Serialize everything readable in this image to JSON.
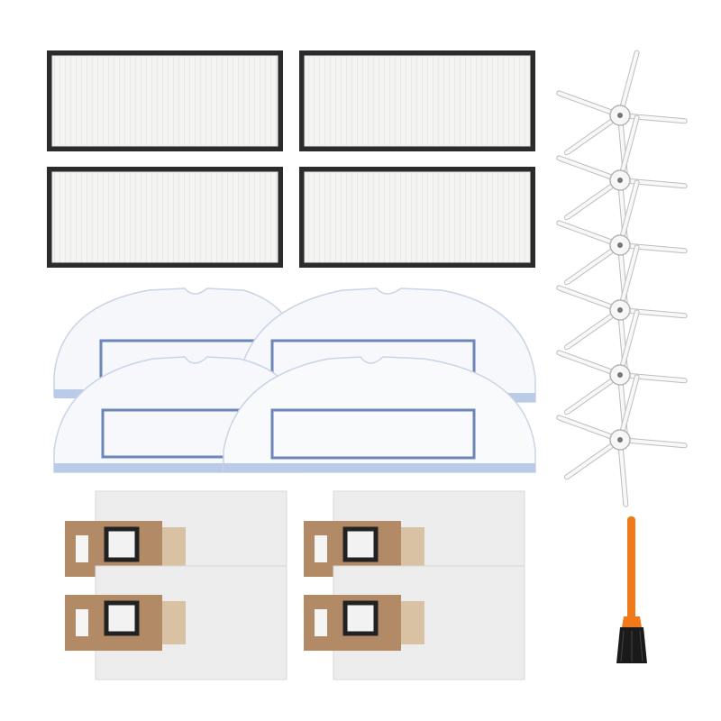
{
  "product": {
    "items": [
      {
        "name": "hepa-filter",
        "count": 4
      },
      {
        "name": "mop-pad",
        "count": 4
      },
      {
        "name": "side-brush",
        "count": 6
      },
      {
        "name": "dust-bag",
        "count": 4
      },
      {
        "name": "cleaning-brush",
        "count": 1
      }
    ]
  },
  "colors": {
    "background": "#ffffff",
    "filter_frame": "#2b2b2b",
    "filter_media": "#f3f3f1",
    "mop_pad": "#f6f8fb",
    "mop_stripe": "#6d86b7",
    "mop_edge": "#a9bcd9",
    "bag_paper": "#eeeeee",
    "bag_cardboard": "#b38a66",
    "bag_cardboard_light": "#d8c2a3",
    "brush_arm": "#f5f5f5",
    "cleaning_brush_handle": "#f07a1a",
    "cleaning_brush_bristles": "#1a1a1a"
  }
}
